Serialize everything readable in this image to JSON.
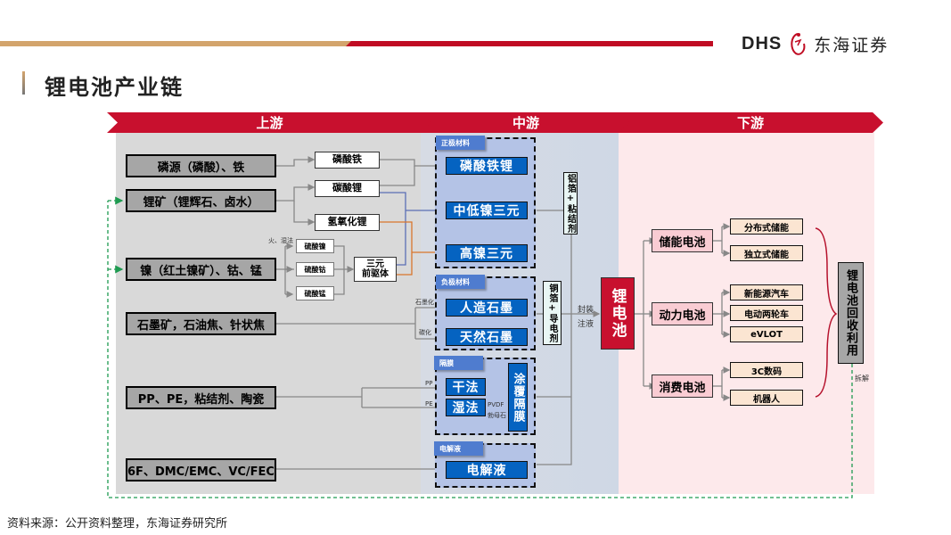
{
  "header": {
    "logo_abbr": "DHS",
    "logo_name": "东海证券",
    "page_title": "锂电池产业链",
    "brand_red": "#c8102e",
    "brand_tan": "#d3a46c"
  },
  "bands": {
    "upstream": "上游",
    "midstream": "中游",
    "downstream": "下游"
  },
  "upstream": {
    "raw_materials": [
      "磷源（磷酸）、铁",
      "锂矿（锂辉石、卤水）",
      "镍（红土镍矿）、钴、锰",
      "石墨矿，石油焦、针状焦",
      "PP、PE，粘结剂、陶瓷",
      "6F、DMC/EMC、VC/FEC"
    ],
    "intermediates": [
      "磷酸铁",
      "碳酸锂",
      "氢氧化锂"
    ],
    "sulfates_label": "火、湿法",
    "sulfates": [
      "硫酸镍",
      "硫酸钴",
      "硫酸锰"
    ],
    "precursor": "三元\n前驱体",
    "precursor_line1": "三元",
    "precursor_line2": "前驱体",
    "graphite_labels": [
      "石墨化",
      "碳化"
    ]
  },
  "midstream": {
    "cathode": {
      "tag": "正极材料",
      "items": [
        "磷酸铁锂",
        "中低镍三元",
        "高镍三元"
      ]
    },
    "anode": {
      "tag": "负极材料",
      "items": [
        "人造石墨",
        "天然石墨"
      ]
    },
    "separator": {
      "tag": "隔膜",
      "items": [
        "干法",
        "湿法"
      ],
      "coated": "涂覆隔膜",
      "inputs": [
        "PP",
        "PE"
      ],
      "coating_labels": [
        "PVDF",
        "勃母石"
      ]
    },
    "electrolyte": {
      "tag": "电解液",
      "items": [
        "电解液"
      ]
    },
    "al_foil": "铝箔+粘结剂",
    "cu_foil": "铜箔+导电剂",
    "process_labels": [
      "封装",
      "注液"
    ],
    "battery": "锂电池"
  },
  "downstream": {
    "categories": [
      {
        "name": "储能电池",
        "apps": [
          "分布式储能",
          "独立式储能"
        ]
      },
      {
        "name": "动力电池",
        "apps": [
          "新能源汽车",
          "电动两轮车",
          "eVLOT"
        ]
      },
      {
        "name": "消费电池",
        "apps": [
          "3C数码",
          "机器人"
        ]
      }
    ],
    "recycling": "锂电池回收利用",
    "dismantle_label": "拆解"
  },
  "footer": {
    "source": "资料来源：公开资料整理，东海证券研究所"
  }
}
